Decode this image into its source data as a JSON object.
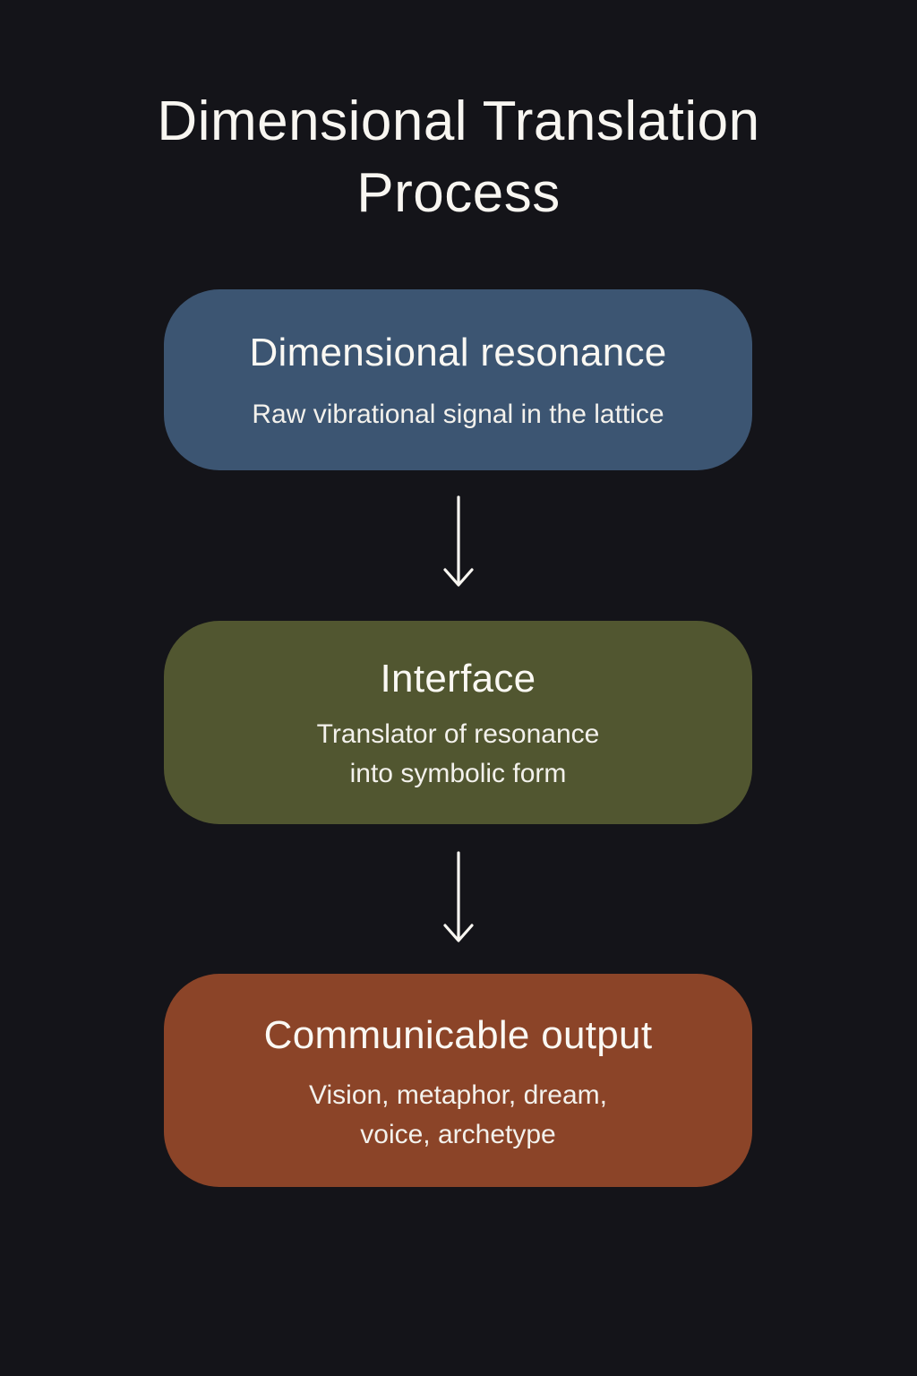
{
  "diagram": {
    "title_lines": [
      "Dimensional Translation",
      "Process"
    ],
    "steps": [
      {
        "title": "Dimensional resonance",
        "description_lines": [
          "Raw vibrational signal in the lattice"
        ],
        "color": "#3c5572"
      },
      {
        "title": "Interface",
        "description_lines": [
          "Translator of resonance",
          "into symbolic form"
        ],
        "color": "#515630"
      },
      {
        "title": "Communicable output",
        "description_lines": [
          "Vision, metaphor, dream,",
          "voice, archetype"
        ],
        "color": "#8b4428"
      }
    ],
    "connectors": [
      {
        "from": "Dimensional resonance",
        "to": "Interface",
        "icon": "arrow-down-icon"
      },
      {
        "from": "Interface",
        "to": "Communicable output",
        "icon": "arrow-down-icon"
      }
    ],
    "background": "#141419",
    "text_color": "#f8f6f1"
  }
}
